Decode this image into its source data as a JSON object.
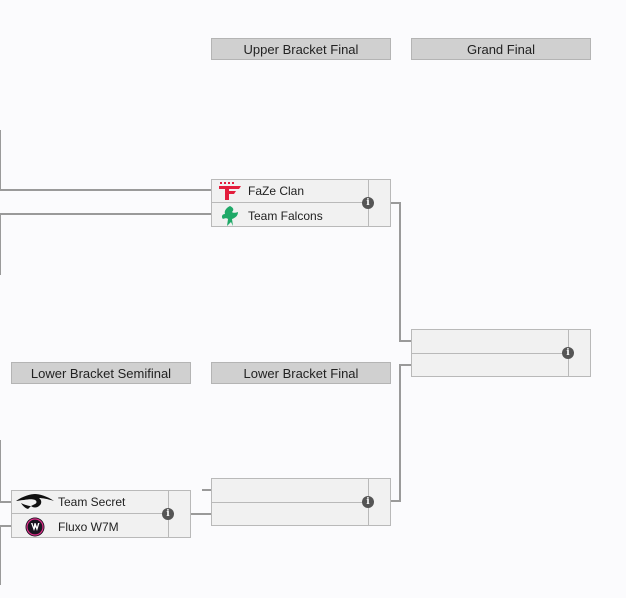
{
  "rounds": {
    "upper_bracket_final": "Upper Bracket Final",
    "grand_final": "Grand Final",
    "lower_bracket_semifinal": "Lower Bracket Semifinal",
    "lower_bracket_final": "Lower Bracket Final"
  },
  "matches": {
    "upper_final": {
      "team1": {
        "name": "FaZe Clan",
        "logo": "faze-clan-logo"
      },
      "team2": {
        "name": "Team Falcons",
        "logo": "team-falcons-logo"
      },
      "info_icon": "info-icon"
    },
    "grand_final": {
      "info_icon": "info-icon"
    },
    "lower_semifinal": {
      "team1": {
        "name": "Team Secret",
        "logo": "team-secret-logo"
      },
      "team2": {
        "name": "Fluxo W7M",
        "logo": "fluxo-w7m-logo"
      },
      "info_icon": "info-icon"
    },
    "lower_final": {
      "info_icon": "info-icon"
    }
  },
  "colors": {
    "background": "#fbfbfd",
    "header_bg": "#d0d0d0",
    "match_bg": "#f1f1f1",
    "connector": "#9a9a9a",
    "faze_red": "#e31d3c",
    "falcons_green": "#1fa968"
  }
}
